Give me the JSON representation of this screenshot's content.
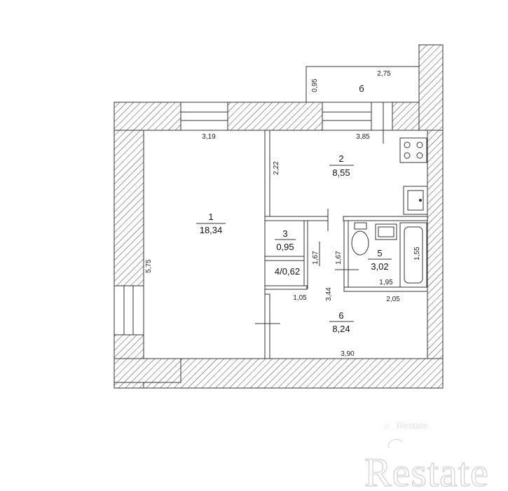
{
  "rooms": [
    {
      "number": "1",
      "area": "18,34"
    },
    {
      "number": "2",
      "area": "8,55"
    },
    {
      "number": "3",
      "area": "0,95"
    },
    {
      "label": "4/0,62"
    },
    {
      "number": "5",
      "area": "3,02"
    },
    {
      "number": "6",
      "area": "8,24"
    },
    {
      "number": "б"
    }
  ],
  "dimensions": {
    "room1_width": "3,19",
    "room1_length": "5,75",
    "room2_width": "3,85",
    "room2_depth": "2,22",
    "balcony_length": "2,75",
    "balcony_depth": "0,95",
    "closet_height": "1,67",
    "bath_side_height": "1,67",
    "bath_length": "1,55",
    "bath_inner_width": "1,95",
    "bath_outer_width": "2,05",
    "closet_width": "1,05",
    "hall_length": "3,44",
    "hall_width": "3,90"
  },
  "watermark": {
    "brand": "Restate",
    "logo_text": "Restate"
  }
}
